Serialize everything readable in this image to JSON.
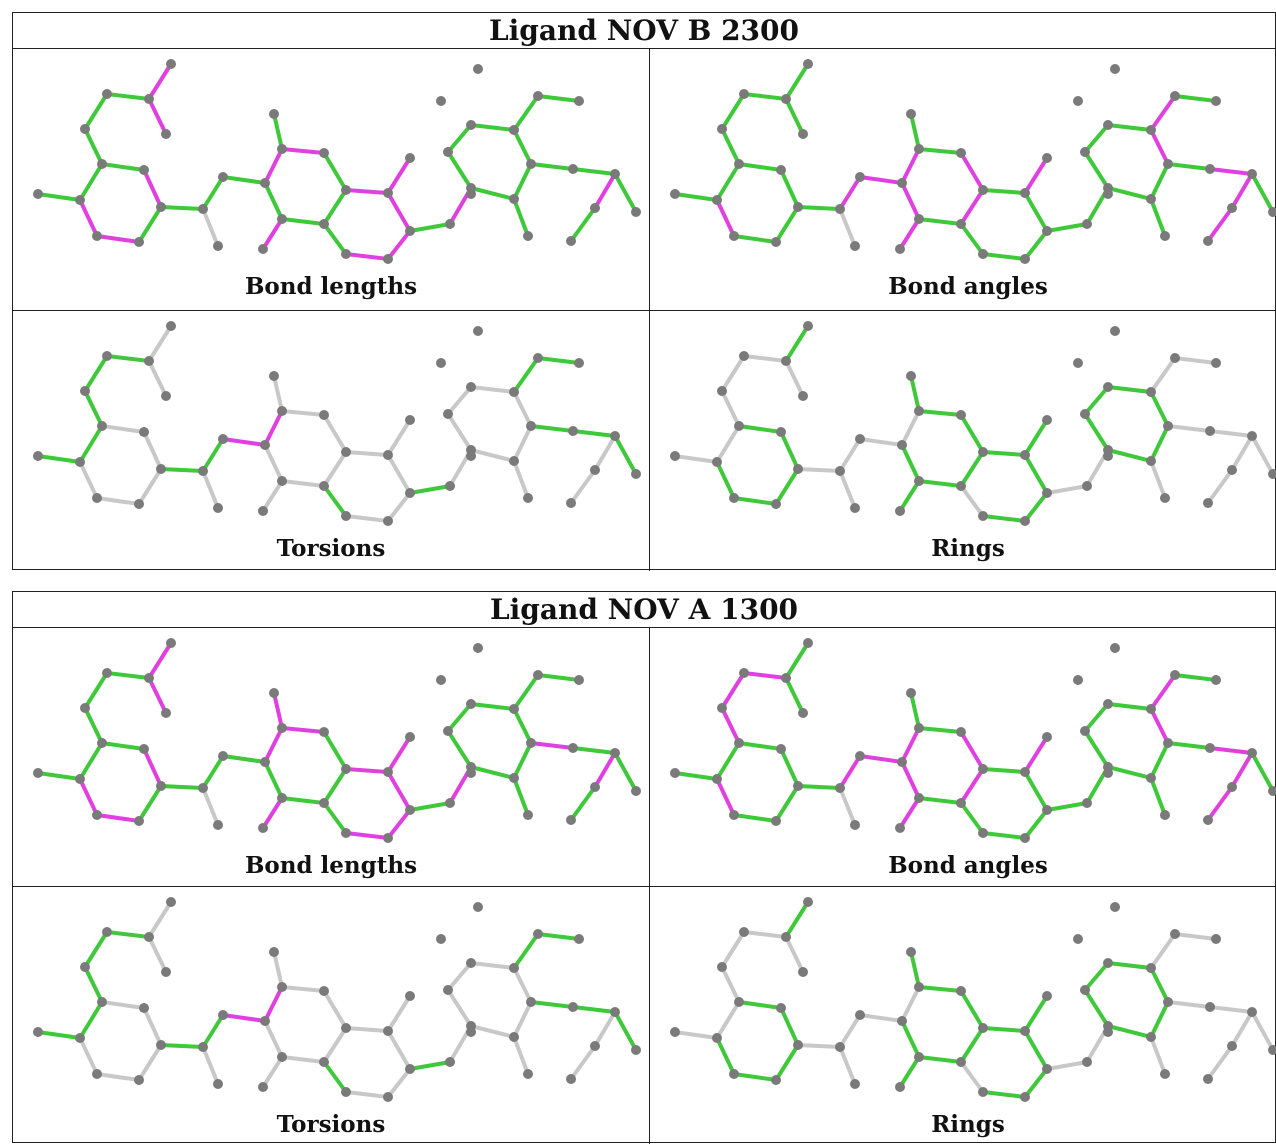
{
  "colors": {
    "good": "#3ec83a",
    "outlier": "#e040e0",
    "neutral": "#c8c8c8",
    "atom": "#7a7a7a"
  },
  "panels": [
    {
      "title": "Ligand NOV B 2300",
      "cells": [
        {
          "label": "Bond lengths",
          "green_bonds": [
            0,
            1,
            2,
            3,
            4,
            7,
            9,
            12,
            13,
            14,
            17,
            18,
            19,
            20,
            21,
            28,
            29,
            31,
            32,
            33,
            34,
            35,
            36,
            37,
            38,
            39,
            40,
            42,
            43,
            44
          ],
          "magenta_bonds": [
            5,
            6,
            8,
            10,
            11,
            15,
            16,
            22,
            23,
            24,
            25,
            26,
            27,
            30,
            41
          ]
        },
        {
          "label": "Bond angles",
          "green_bonds": [
            0,
            1,
            2,
            3,
            4,
            6,
            7,
            8,
            9,
            10,
            11,
            12,
            16,
            19,
            21,
            23,
            25,
            26,
            27,
            28,
            29,
            30,
            31,
            32,
            33,
            35,
            36,
            38,
            39,
            42,
            44
          ],
          "magenta_bonds": [
            5,
            13,
            14,
            15,
            17,
            18,
            20,
            22,
            24,
            34,
            37,
            40,
            41,
            43
          ]
        },
        {
          "label": "Torsions",
          "green_bonds": [
            0,
            1,
            2,
            3,
            4,
            12,
            13,
            28,
            29,
            37,
            38,
            39,
            40,
            42
          ],
          "magenta_bonds": [
            14,
            15
          ]
        },
        {
          "label": "Rings",
          "green_bonds": [
            5,
            6,
            7,
            8,
            9,
            10,
            16,
            17,
            18,
            19,
            20,
            21,
            22,
            23,
            24,
            25,
            26,
            27,
            31,
            32,
            33,
            34,
            35,
            36
          ],
          "magenta_bonds": []
        }
      ]
    },
    {
      "title": "Ligand NOV A 1300",
      "cells": [
        {
          "label": "Bond lengths",
          "green_bonds": [
            0,
            1,
            2,
            3,
            4,
            7,
            9,
            12,
            13,
            14,
            17,
            18,
            19,
            20,
            28,
            29,
            31,
            32,
            33,
            34,
            35,
            36,
            37,
            38,
            40,
            42,
            43,
            44
          ],
          "magenta_bonds": [
            5,
            6,
            8,
            10,
            11,
            15,
            16,
            21,
            22,
            23,
            24,
            25,
            26,
            27,
            30,
            39,
            41
          ]
        },
        {
          "label": "Bond angles",
          "green_bonds": [
            0,
            1,
            6,
            7,
            8,
            9,
            10,
            11,
            12,
            16,
            19,
            21,
            23,
            25,
            26,
            27,
            28,
            29,
            30,
            31,
            32,
            33,
            35,
            36,
            38,
            39,
            42,
            44
          ],
          "magenta_bonds": [
            2,
            3,
            4,
            5,
            13,
            14,
            15,
            17,
            18,
            20,
            22,
            24,
            34,
            37,
            40,
            41,
            43
          ]
        },
        {
          "label": "Torsions",
          "green_bonds": [
            0,
            1,
            2,
            3,
            4,
            12,
            13,
            28,
            29,
            37,
            38,
            39,
            40,
            42
          ],
          "magenta_bonds": [
            14,
            15
          ]
        },
        {
          "label": "Rings",
          "green_bonds": [
            5,
            6,
            7,
            8,
            9,
            10,
            16,
            17,
            18,
            19,
            20,
            21,
            22,
            23,
            24,
            25,
            26,
            27,
            31,
            32,
            33,
            34,
            35,
            36
          ],
          "magenta_bonds": []
        }
      ]
    }
  ]
}
